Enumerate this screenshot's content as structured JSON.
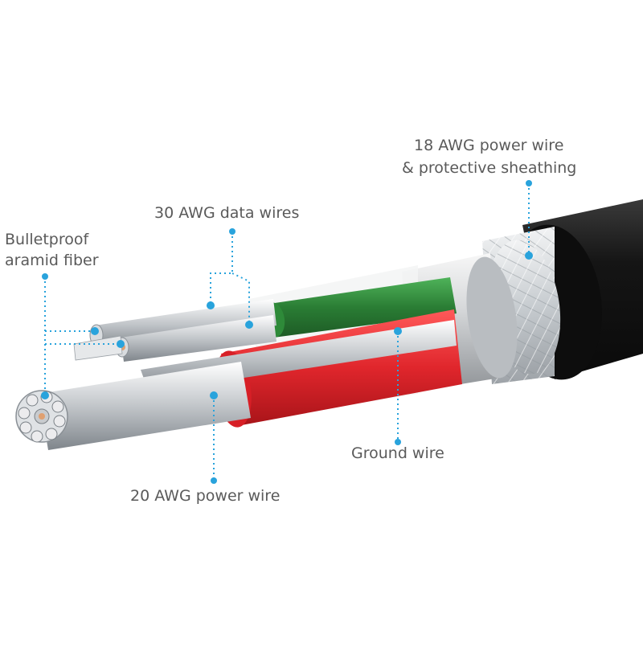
{
  "labels": {
    "sheathing_line1": "18 AWG power wire",
    "sheathing_line2": "& protective sheathing",
    "data_wires": "30 AWG data wires",
    "aramid_line1": "Bulletproof",
    "aramid_line2": "aramid fiber",
    "ground_wire": "Ground wire",
    "power_wire_20": "20 AWG power wire"
  },
  "colors": {
    "callout_dot": "#29a3dc",
    "label_text": "#5a5a5a",
    "outer_jacket": "#1b1b1b",
    "braid": "#d9dde0",
    "green_insulation": "#2f8a3a",
    "red_insulation": "#e0262c",
    "copper_strand": "#c9ccd0"
  }
}
